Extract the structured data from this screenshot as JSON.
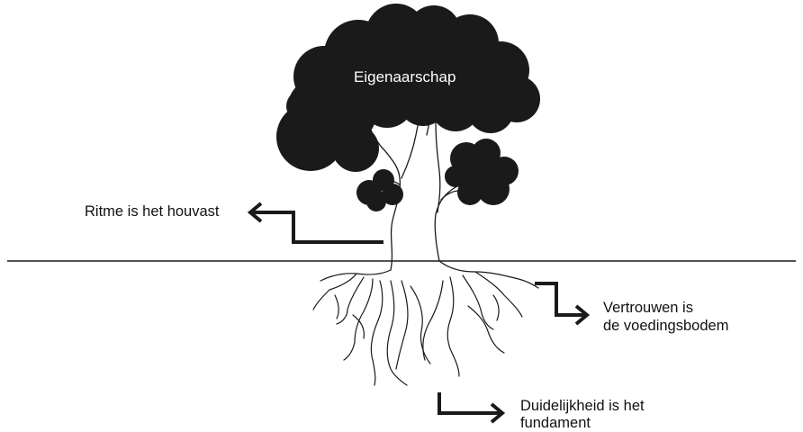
{
  "crown": {
    "label": "Eigenaarschap"
  },
  "callouts": {
    "left": {
      "text": "Ritme is het houvast"
    },
    "right": {
      "line1": "Vertrouwen is",
      "line2": "de voedingsbodem"
    },
    "bottom": {
      "line1": "Duidelijkheid is het",
      "line2": "fundament"
    }
  },
  "colors": {
    "foliage": "#1a1a1a",
    "line": "#1a1a1a",
    "background": "#ffffff",
    "crown_text": "#ffffff"
  },
  "icons": [
    "left-arrow-icon",
    "right-arrow-icon",
    "bottom-arrow-icon"
  ]
}
